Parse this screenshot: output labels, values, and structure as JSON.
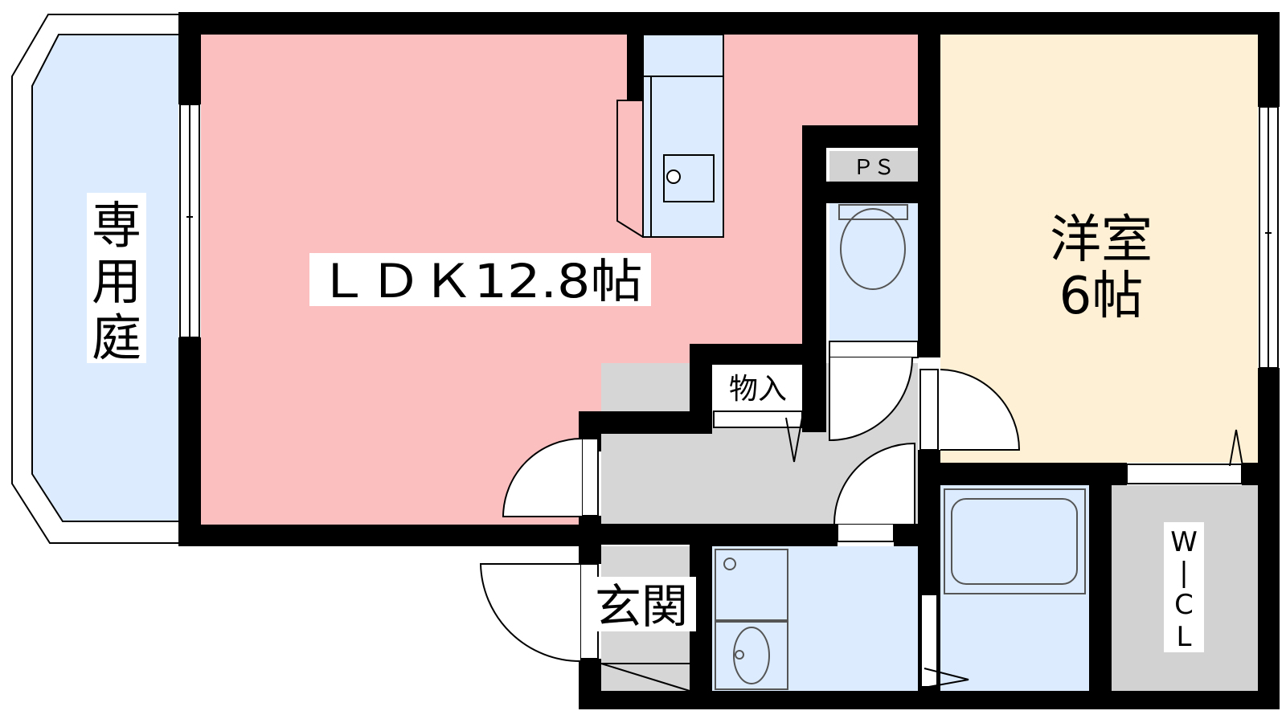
{
  "rooms": {
    "ldk": {
      "label": "ＬＤＫ12.8帖",
      "color": "#FBBFC0"
    },
    "bedroom": {
      "line1": "洋室",
      "line2": "6帖",
      "color": "#FDF0D4"
    },
    "garden": {
      "chars": [
        "専",
        "用",
        "庭"
      ],
      "color": "#DCEBFD"
    },
    "storage": {
      "label": "物入"
    },
    "ps": {
      "label": "ＰＳ"
    },
    "entrance": {
      "label": "玄関"
    },
    "wic": {
      "chars": [
        "W",
        "|",
        "C",
        "L"
      ]
    }
  },
  "colors": {
    "wall": "#000000",
    "wet_area": "#DCEBFD",
    "hall": "#D6D6D6",
    "closet": "#D2D2D2",
    "fixture_stroke": "#555555"
  }
}
